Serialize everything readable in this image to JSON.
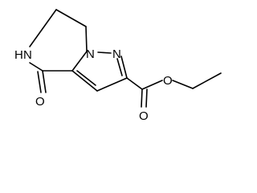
{
  "molecule": {
    "atoms": {
      "n_ring": "N",
      "n_pyrazole": "N",
      "nh": "N",
      "h": "H",
      "o_carbonyl": "O",
      "o_ester_carbonyl": "O",
      "o_ester": "O"
    }
  },
  "colors": {
    "bond": "#000000",
    "background": "#ffffff"
  }
}
